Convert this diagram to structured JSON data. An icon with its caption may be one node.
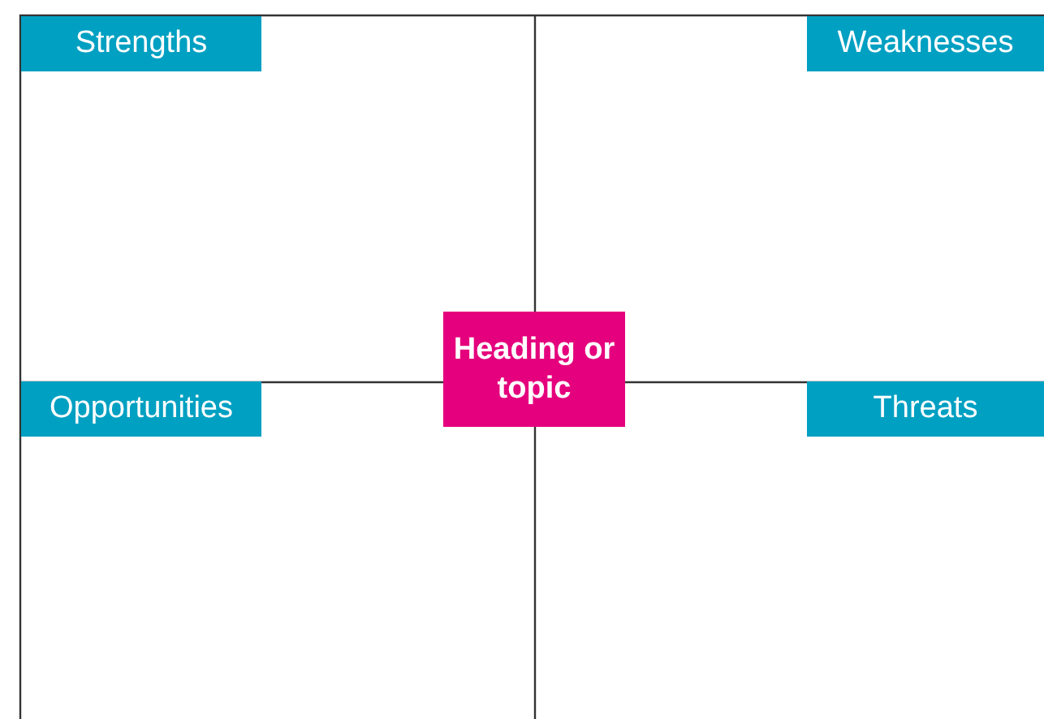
{
  "diagram": {
    "nodes": [
      {
        "text": [
          "Strengths"
        ]
      },
      {
        "text": [
          "Weaknesses"
        ]
      },
      {
        "text": [
          "Opportunities"
        ]
      },
      {
        "text": [
          "Threats"
        ]
      },
      {
        "text": [
          "Heading or topic"
        ]
      }
    ],
    "edges": []
  }
}
